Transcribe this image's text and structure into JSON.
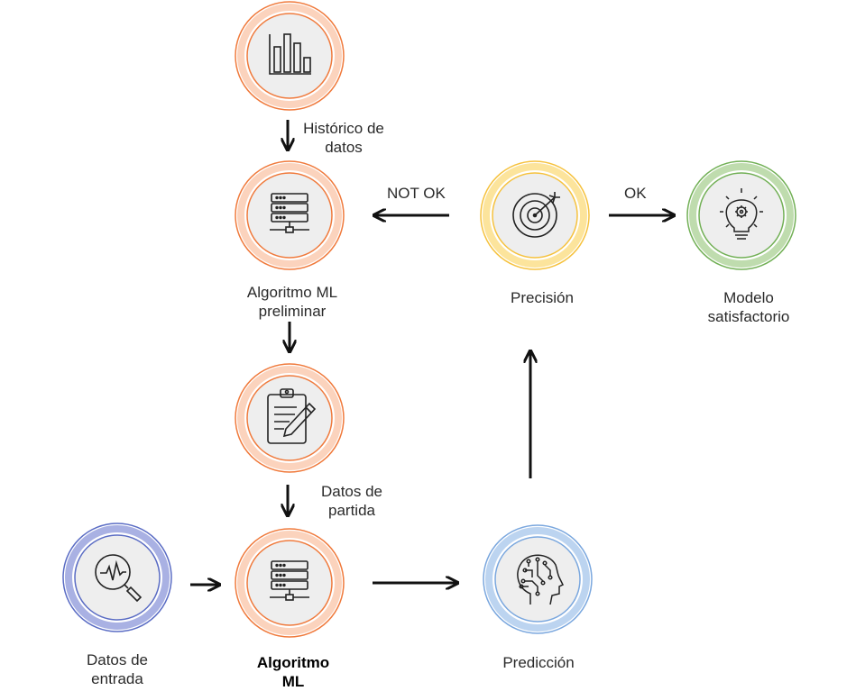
{
  "nodes": {
    "historico": {
      "label": "",
      "icon": "bar-chart-icon",
      "theme": "orange"
    },
    "algoritmo_preliminar": {
      "label": "Algoritmo ML\npreliminar",
      "icon": "server-icon",
      "theme": "orange"
    },
    "datos_partida": {
      "label": "",
      "icon": "clipboard-pencil-icon",
      "theme": "orange"
    },
    "algoritmo_ml": {
      "label": "Algoritmo\nML",
      "icon": "server-icon",
      "theme": "orange"
    },
    "datos_entrada": {
      "label": "Datos de\nentrada",
      "icon": "magnifier-pulse-icon",
      "theme": "blue"
    },
    "prediccion": {
      "label": "Predicción",
      "icon": "brain-head-icon",
      "theme": "lightblue"
    },
    "precision": {
      "label": "Precisión",
      "icon": "target-icon",
      "theme": "yellow"
    },
    "modelo": {
      "label": "Modelo\nsatisfactorio",
      "icon": "lightbulb-gear-icon",
      "theme": "green"
    }
  },
  "edges": {
    "historico_to_preliminar": "Histórico de\ndatos",
    "partida_to_algoritmo": "Datos de\npartida",
    "precision_not_ok": "NOT OK",
    "precision_ok": "OK"
  },
  "colors": {
    "orange": "#f07a3c",
    "orange_light": "#fbd3bd",
    "blue": "#5a6cc4",
    "blue_light": "#a9b1e3",
    "lightblue": "#7aa7de",
    "lightblue_light": "#bcd4f0",
    "yellow": "#f6c23e",
    "yellow_light": "#fce49c",
    "green": "#72b056",
    "green_light": "#bfdcae",
    "inner_fill": "#eeeeee",
    "inner_stroke": "#b5b5b5"
  }
}
